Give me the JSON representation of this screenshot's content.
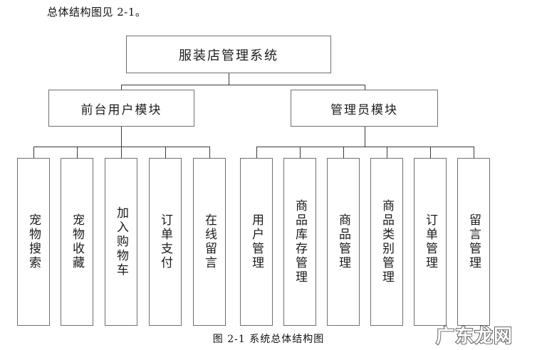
{
  "intro": {
    "text": "总体结构图见 2-1。"
  },
  "diagram": {
    "root": {
      "label": "服装店管理系统"
    },
    "modules": [
      {
        "label": "前台用户模块"
      },
      {
        "label": "管理员模块"
      }
    ],
    "left_leaves": [
      {
        "label": "宠物搜索"
      },
      {
        "label": "宠物收藏"
      },
      {
        "label": "加入购物车"
      },
      {
        "label": "订单支付"
      },
      {
        "label": "在线留言"
      }
    ],
    "right_leaves": [
      {
        "label": "用户管理"
      },
      {
        "label": "商品库存管理"
      },
      {
        "label": "商品管理"
      },
      {
        "label": "商品类别管理"
      },
      {
        "label": "订单管理"
      },
      {
        "label": "留言管理"
      }
    ]
  },
  "caption": {
    "text": "图 2-1  系统总体结构图"
  },
  "watermark": {
    "text": "广东龙网"
  },
  "colors": {
    "page_background": "#ffffff",
    "box_border": "#6f6f6f",
    "connector": "#3a3a3a",
    "text": "#1c1c1c"
  }
}
